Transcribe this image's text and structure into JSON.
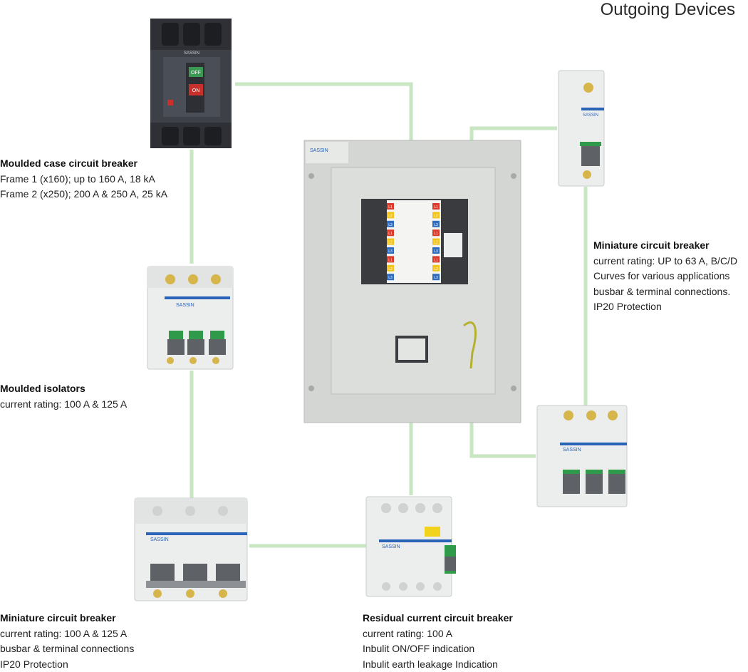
{
  "title": "Outgoing Devices",
  "colors": {
    "connector": "#c7e6c1",
    "panel": "#d9dbd8",
    "breaker_body": "#eceeed",
    "brand_blue": "#2b63b8"
  },
  "brand_mark": "SASSIN",
  "devices": {
    "mccb": {
      "name": "Moulded case circuit breaker",
      "lines": [
        "Frame 1 (x160); up to 160 A, 18 kA",
        "Frame 2 (x250); 200 A & 250 A, 25 kA"
      ],
      "labels": {
        "off": "OFF",
        "on": "ON"
      }
    },
    "isolator": {
      "name": "Moulded isolators",
      "lines": [
        "current rating: 100 A & 125 A"
      ]
    },
    "mcb_125": {
      "name": "Miniature circuit breaker",
      "lines": [
        "current rating: 100 A & 125 A",
        "busbar & terminal connections",
        "IP20 Protection"
      ]
    },
    "rccb": {
      "name": "Residual current circuit breaker",
      "lines": [
        "current rating: 100 A",
        "Inbulit ON/OFF indication",
        "Inbulit earth leakage Indication"
      ]
    },
    "mcb_63": {
      "name": "Miniature circuit breaker",
      "lines": [
        "current rating: UP to 63 A, B/C/D",
        "Curves for various applications",
        "busbar & terminal connections.",
        "IP20 Protection"
      ]
    }
  },
  "panel": {
    "phase_labels": [
      "L1",
      "L2",
      "L3",
      "L1",
      "L2",
      "L3",
      "L1",
      "L2",
      "L3"
    ],
    "phase_colors": [
      "#d93a2b",
      "#f2c31b",
      "#2f6cc0",
      "#d93a2b",
      "#f2c31b",
      "#2f6cc0",
      "#d93a2b",
      "#f2c31b",
      "#2f6cc0"
    ]
  }
}
